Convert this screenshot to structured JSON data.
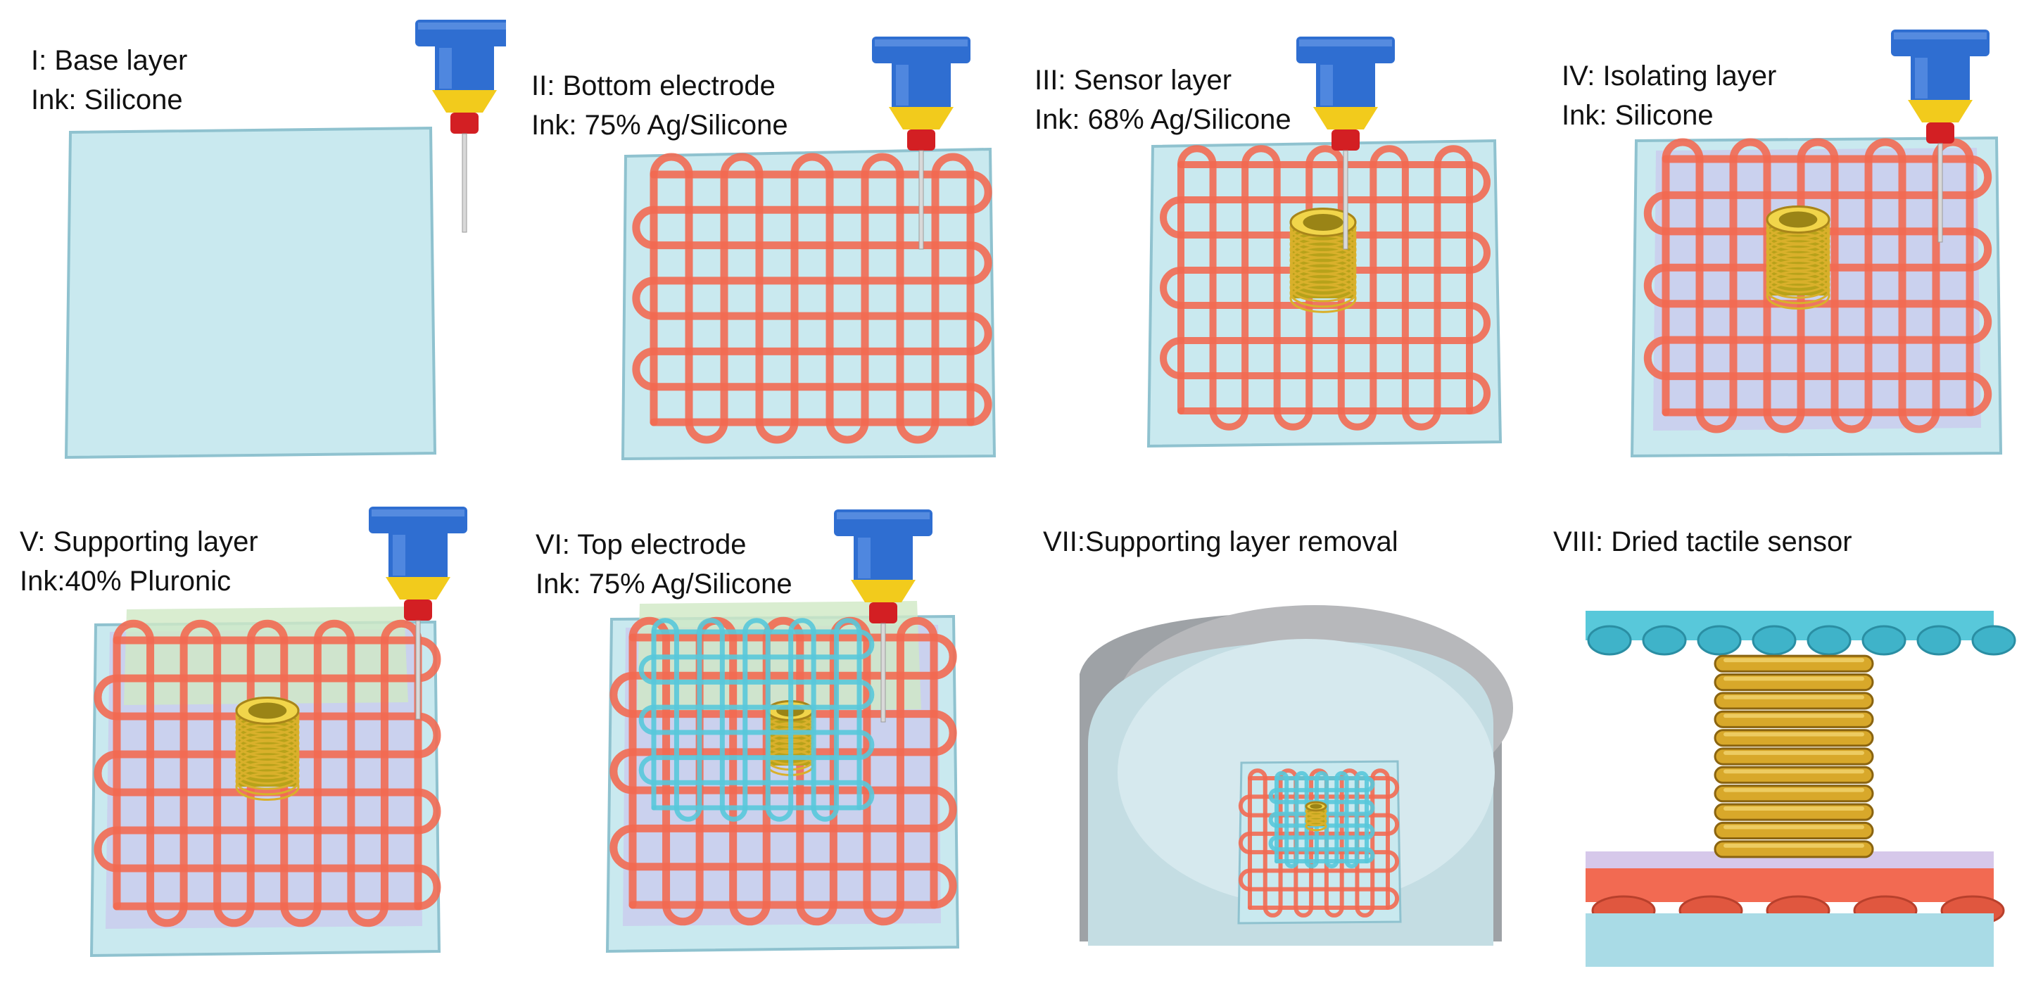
{
  "colors": {
    "substrate": "#c9e9ef",
    "substrate_edge": "#8fc2cf",
    "bottom_electrode": "#f26a52",
    "top_electrode": "#58c8da",
    "sensor": "#d9b02b",
    "isolating": "#c9c8ee",
    "pluronic": "#cfe8c4",
    "nozzle_blue": "#2f6ed1",
    "nozzle_gold": "#f2cb1c",
    "nozzle_red": "#d31f23",
    "bath": "#b9d6dd"
  },
  "icons": [
    "printer-nozzle-icon",
    "helical-sensor-icon",
    "water-bath-icon"
  ],
  "panels": [
    {
      "id": "I",
      "title": "I: Base layer",
      "ink": "Ink: Silicone"
    },
    {
      "id": "II",
      "title": "II: Bottom electrode",
      "ink": "Ink: 75% Ag/Silicone"
    },
    {
      "id": "III",
      "title": "III: Sensor layer",
      "ink": "Ink: 68% Ag/Silicone"
    },
    {
      "id": "IV",
      "title": "IV: Isolating layer",
      "ink": "Ink: Silicone"
    },
    {
      "id": "V",
      "title": "V: Supporting layer",
      "ink": "Ink:40% Pluronic"
    },
    {
      "id": "VI",
      "title": "VI: Top electrode",
      "ink": "Ink: 75% Ag/Silicone"
    },
    {
      "id": "VII",
      "title": "VII:Supporting layer removal",
      "ink": ""
    },
    {
      "id": "VIII",
      "title": "VIII: Dried tactile sensor",
      "ink": ""
    }
  ]
}
